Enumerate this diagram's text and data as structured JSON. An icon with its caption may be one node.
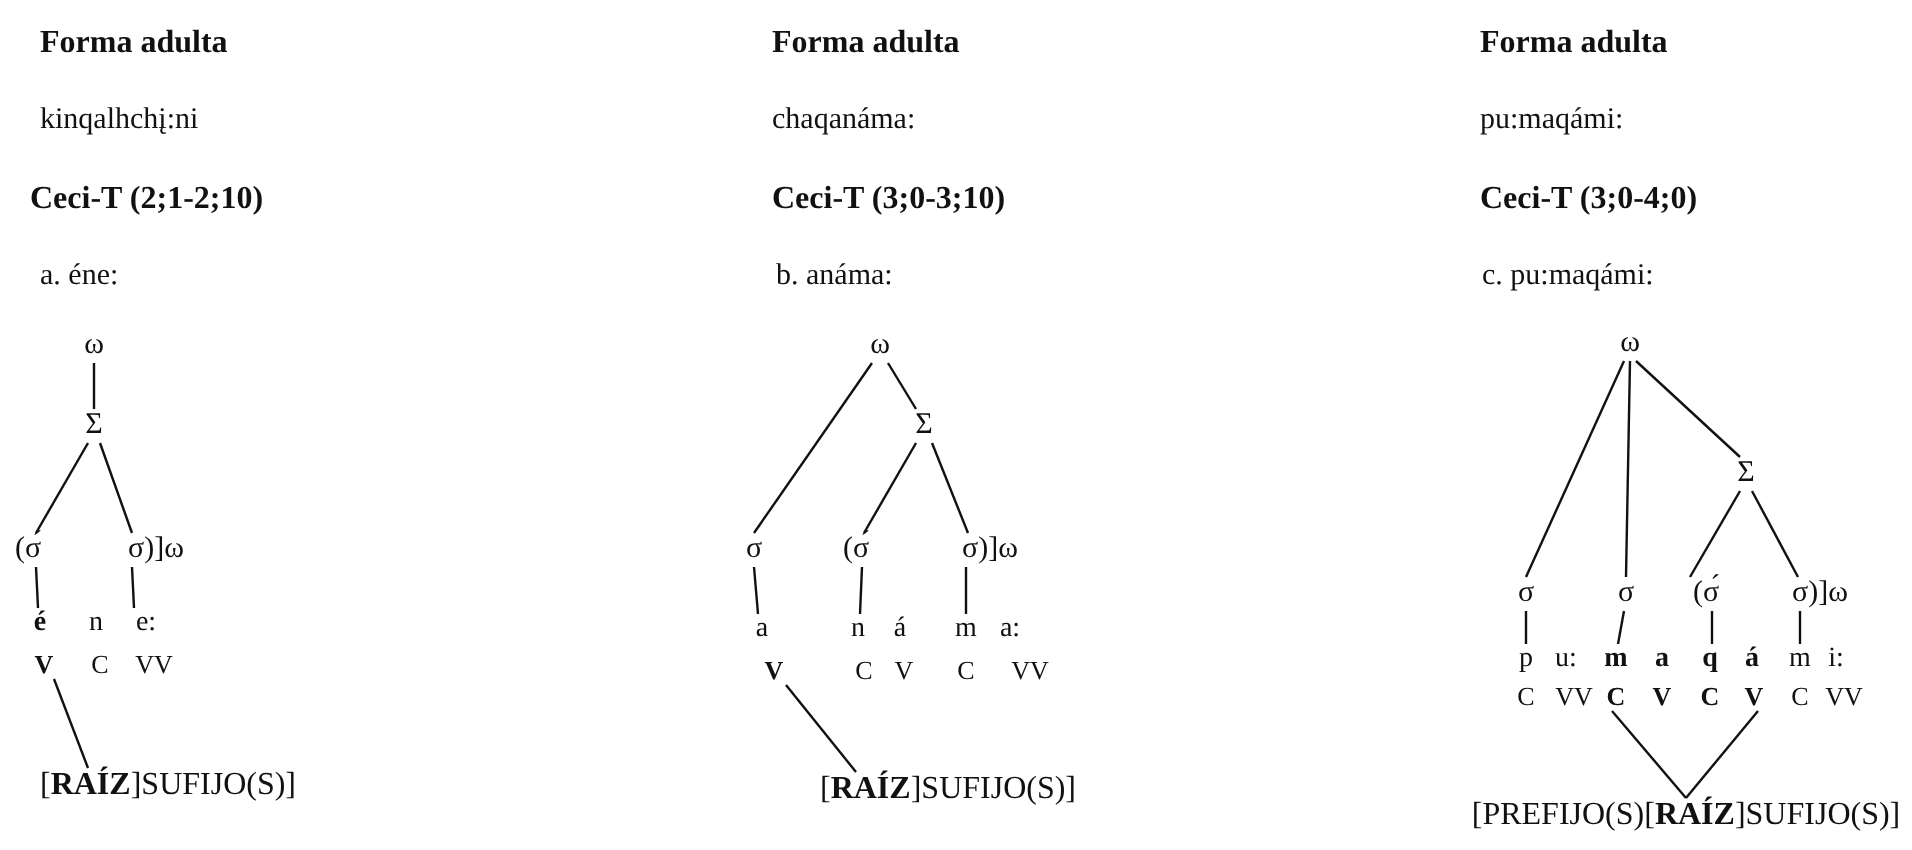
{
  "diagram": {
    "nodes": [
      {
        "text": [
          "ω"
        ]
      },
      {
        "text": [
          "Σ"
        ]
      },
      {
        "text": [
          "(σ́"
        ]
      },
      {
        "text": [
          "σ)]ω"
        ]
      },
      {
        "text": [
          "é"
        ]
      },
      {
        "text": [
          "n"
        ]
      },
      {
        "text": [
          "e:"
        ]
      },
      {
        "text": [
          "V"
        ]
      },
      {
        "text": [
          "C"
        ]
      },
      {
        "text": [
          "VV"
        ]
      },
      {
        "text": [
          "[**RAÍZ**]SUFIJO(S)]"
        ]
      },
      {
        "text": [
          "ω"
        ]
      },
      {
        "text": [
          "Σ"
        ]
      },
      {
        "text": [
          "σ"
        ]
      },
      {
        "text": [
          "(σ́"
        ]
      },
      {
        "text": [
          "σ)]ω"
        ]
      },
      {
        "text": [
          "a"
        ]
      },
      {
        "text": [
          "n"
        ]
      },
      {
        "text": [
          "á"
        ]
      },
      {
        "text": [
          "m"
        ]
      },
      {
        "text": [
          "a:"
        ]
      },
      {
        "text": [
          "V"
        ]
      },
      {
        "text": [
          "C"
        ]
      },
      {
        "text": [
          "V"
        ]
      },
      {
        "text": [
          "C"
        ]
      },
      {
        "text": [
          "VV"
        ]
      },
      {
        "text": [
          "[**RAÍZ**]SUFIJO(S)]"
        ]
      },
      {
        "text": [
          "ω"
        ]
      },
      {
        "text": [
          "Σ"
        ]
      },
      {
        "text": [
          "σ"
        ]
      },
      {
        "text": [
          "σ"
        ]
      },
      {
        "text": [
          "(σ́"
        ]
      },
      {
        "text": [
          "σ)]ω"
        ]
      },
      {
        "text": [
          "p"
        ]
      },
      {
        "text": [
          "u:"
        ]
      },
      {
        "text": [
          "m"
        ]
      },
      {
        "text": [
          "a"
        ]
      },
      {
        "text": [
          "q"
        ]
      },
      {
        "text": [
          "á"
        ]
      },
      {
        "text": [
          "m"
        ]
      },
      {
        "text": [
          "i:"
        ]
      },
      {
        "text": [
          "C"
        ]
      },
      {
        "text": [
          "VV"
        ]
      },
      {
        "text": [
          "C"
        ]
      },
      {
        "text": [
          "V"
        ]
      },
      {
        "text": [
          "C"
        ]
      },
      {
        "text": [
          "V"
        ]
      },
      {
        "text": [
          "C"
        ]
      },
      {
        "text": [
          "VV"
        ]
      },
      {
        "text": [
          "[PREFIJO(S)[**RAÍZ**]SUFIJO(S)]"
        ]
      }
    ],
    "edges": [
      {
        "from": 0,
        "to": 1,
        "arrow": "none"
      },
      {
        "from": 1,
        "to": 2,
        "arrow": "none"
      },
      {
        "from": 1,
        "to": 3,
        "arrow": "none"
      },
      {
        "from": 2,
        "to": 4,
        "arrow": "none"
      },
      {
        "from": 3,
        "to": 6,
        "arrow": "none"
      },
      {
        "from": 7,
        "to": 10,
        "arrow": "none"
      },
      {
        "from": 11,
        "to": 13,
        "arrow": "none"
      },
      {
        "from": 11,
        "to": 12,
        "arrow": "none"
      },
      {
        "from": 12,
        "to": 14,
        "arrow": "none"
      },
      {
        "from": 12,
        "to": 15,
        "arrow": "none"
      },
      {
        "from": 13,
        "to": 16,
        "arrow": "none"
      },
      {
        "from": 14,
        "to": 17,
        "arrow": "none"
      },
      {
        "from": 15,
        "to": 19,
        "arrow": "none"
      },
      {
        "from": 21,
        "to": 26,
        "arrow": "none"
      },
      {
        "from": 27,
        "to": 29,
        "arrow": "none"
      },
      {
        "from": 27,
        "to": 30,
        "arrow": "none"
      },
      {
        "from": 27,
        "to": 28,
        "arrow": "none"
      },
      {
        "from": 28,
        "to": 31,
        "arrow": "none"
      },
      {
        "from": 28,
        "to": 32,
        "arrow": "none"
      },
      {
        "from": 29,
        "to": 33,
        "arrow": "none"
      },
      {
        "from": 30,
        "to": 35,
        "arrow": "none"
      },
      {
        "from": 31,
        "to": 37,
        "arrow": "none"
      },
      {
        "from": 32,
        "to": 39,
        "arrow": "none"
      },
      {
        "from": 43,
        "to": 49,
        "arrow": "none"
      },
      {
        "from": 46,
        "to": 49,
        "arrow": "none"
      }
    ],
    "labels": [
      "Forma adulta",
      "kinqalhchį:ni",
      "Ceci-T (2;1-2;10)",
      "a. éne:",
      "Forma adulta",
      "chaqanáma:",
      "Ceci-T (3;0-3;10)",
      "b. anáma:",
      "Forma adulta",
      "pu:maqámi:",
      "Ceci-T (3;0-4;0)",
      "c. pu:maqámi:"
    ]
  }
}
